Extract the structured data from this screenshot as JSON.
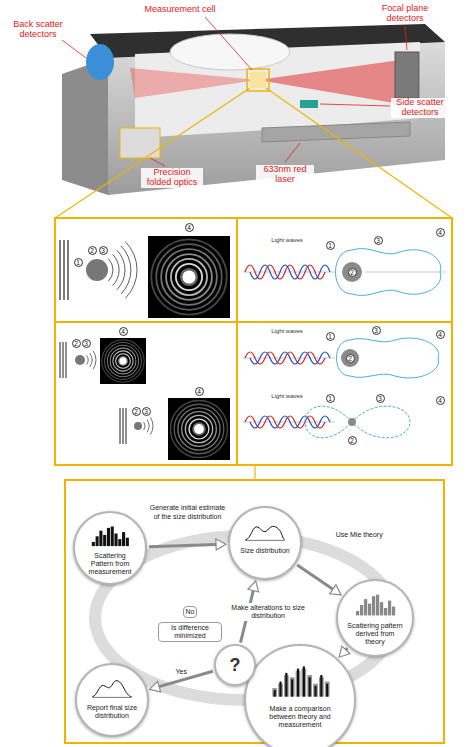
{
  "diagram": {
    "nodes": [
      {
        "text": [
          "Scattering Pattern from measurement"
        ]
      },
      {
        "text": [
          "Size distribution"
        ]
      },
      {
        "text": [
          "Scattering pattern derived from theory"
        ]
      },
      {
        "text": [
          "Make a comparison between theory and measurement"
        ]
      },
      {
        "text": [
          "?"
        ]
      },
      {
        "text": [
          "Report final size distribution"
        ]
      }
    ],
    "edges": [
      {
        "from": 0,
        "to": 1,
        "arrow": "to",
        "label": "Generate initial estimate of the size distribution"
      },
      {
        "from": 1,
        "to": 2,
        "arrow": "to",
        "label": "Use Mie theory"
      },
      {
        "from": 2,
        "to": 3,
        "arrow": "to"
      },
      {
        "from": 3,
        "to": 4,
        "arrow": "to"
      },
      {
        "from": 4,
        "to": 1,
        "arrow": "to",
        "label": "Make alterations to size distribution"
      },
      {
        "from": 4,
        "to": 5,
        "arrow": "to",
        "label": "Yes"
      }
    ],
    "labels": [
      "Measurement cell",
      "Back scatter detectors",
      "Focal plane detectors",
      "Side scatter detectors",
      "633nm red laser",
      "Precision folded optics",
      "1",
      "2",
      "3",
      "4",
      "Light waves",
      "1",
      "2",
      "3",
      "4",
      "2",
      "3",
      "4",
      "2",
      "3",
      "4",
      "Light waves",
      "1",
      "2",
      "3",
      "4",
      "Light waves",
      "1",
      "2",
      "3",
      "4",
      "Is difference minimized",
      "No"
    ]
  }
}
